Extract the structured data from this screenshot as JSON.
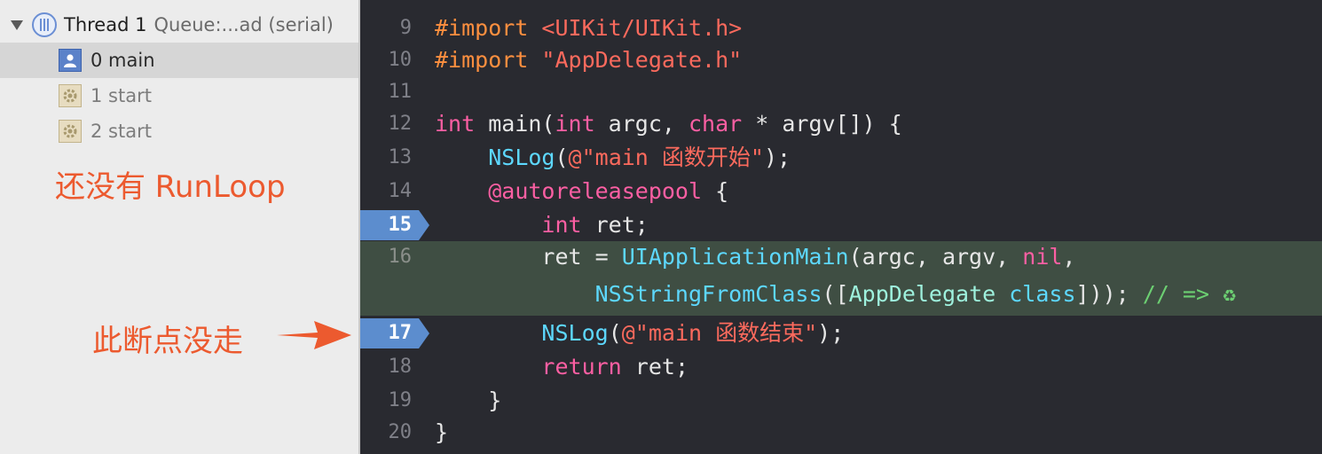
{
  "navigator": {
    "thread": {
      "name": "Thread 1",
      "queue": "Queue:...ad (serial)"
    },
    "frames": [
      {
        "label": "0 main",
        "icon": "user-frame-icon",
        "selected": true
      },
      {
        "label": "1 start",
        "icon": "gear-frame-icon",
        "selected": false
      },
      {
        "label": "2 start",
        "icon": "gear-frame-icon",
        "selected": false
      }
    ],
    "note_runloop": "还没有 RunLoop",
    "note_breakpoint": "此断点没走"
  },
  "editor": {
    "lines": [
      {
        "num": "9",
        "segments": [
          {
            "t": "#import ",
            "c": "pp"
          },
          {
            "t": "<UIKit/UIKit.h>",
            "c": "s"
          }
        ]
      },
      {
        "num": "10",
        "segments": [
          {
            "t": "#import ",
            "c": "pp"
          },
          {
            "t": "\"AppDelegate.h\"",
            "c": "s"
          }
        ]
      },
      {
        "num": "11",
        "segments": []
      },
      {
        "num": "12",
        "segments": [
          {
            "t": "int",
            "c": "k"
          },
          {
            "t": " main(",
            "c": ""
          },
          {
            "t": "int",
            "c": "k"
          },
          {
            "t": " argc, ",
            "c": ""
          },
          {
            "t": "char",
            "c": "k"
          },
          {
            "t": " * argv[]) {",
            "c": ""
          }
        ]
      },
      {
        "num": "13",
        "segments": [
          {
            "t": "    ",
            "c": ""
          },
          {
            "t": "NSLog",
            "c": "t"
          },
          {
            "t": "(",
            "c": ""
          },
          {
            "t": "@\"main 函数开始\"",
            "c": "s"
          },
          {
            "t": ");",
            "c": ""
          }
        ]
      },
      {
        "num": "14",
        "segments": [
          {
            "t": "    ",
            "c": ""
          },
          {
            "t": "@autoreleasepool",
            "c": "k"
          },
          {
            "t": " {",
            "c": ""
          }
        ]
      },
      {
        "num": "15",
        "segments": [
          {
            "t": "        ",
            "c": ""
          },
          {
            "t": "int",
            "c": "k"
          },
          {
            "t": " ret;",
            "c": ""
          }
        ]
      },
      {
        "num": "16",
        "segments": [
          {
            "t": "        ret = ",
            "c": ""
          },
          {
            "t": "UIApplicationMain",
            "c": "t"
          },
          {
            "t": "(argc, argv, ",
            "c": ""
          },
          {
            "t": "nil",
            "c": "k"
          },
          {
            "t": ",",
            "c": ""
          }
        ]
      },
      {
        "num": "",
        "segments": [
          {
            "t": "            ",
            "c": ""
          },
          {
            "t": "NSStringFromClass",
            "c": "t"
          },
          {
            "t": "([",
            "c": ""
          },
          {
            "t": "AppDelegate",
            "c": "cls"
          },
          {
            "t": " ",
            "c": ""
          },
          {
            "t": "class",
            "c": "t"
          },
          {
            "t": "])); ",
            "c": ""
          },
          {
            "t": "// => ",
            "c": "cm"
          },
          {
            "t": "♻",
            "c": "cm"
          }
        ]
      },
      {
        "num": "17",
        "segments": [
          {
            "t": "        ",
            "c": ""
          },
          {
            "t": "NSLog",
            "c": "t"
          },
          {
            "t": "(",
            "c": ""
          },
          {
            "t": "@\"main 函数结束\"",
            "c": "s"
          },
          {
            "t": ");",
            "c": ""
          }
        ]
      },
      {
        "num": "18",
        "segments": [
          {
            "t": "        ",
            "c": ""
          },
          {
            "t": "return",
            "c": "k"
          },
          {
            "t": " ret;",
            "c": ""
          }
        ]
      },
      {
        "num": "19",
        "segments": [
          {
            "t": "    }",
            "c": ""
          }
        ]
      },
      {
        "num": "20",
        "segments": [
          {
            "t": "}",
            "c": ""
          }
        ]
      }
    ],
    "breakpoint_lines": [
      "15",
      "17"
    ],
    "current_line": "16"
  }
}
